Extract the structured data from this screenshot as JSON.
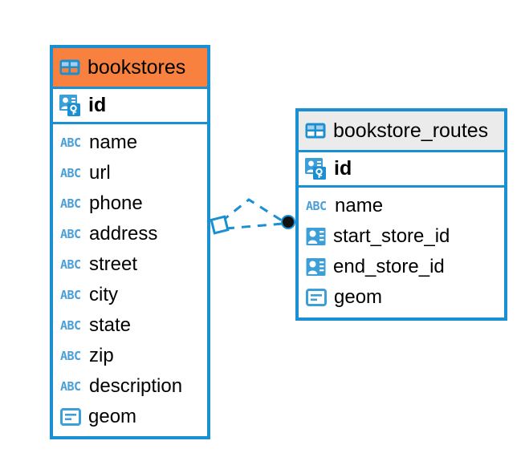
{
  "diagram": {
    "type": "entity-relationship-diagram",
    "background_color": "#ffffff",
    "accent_color": "#1a8fd1",
    "highlight_color": "#f8813f",
    "header_gray": "#ebebeb"
  },
  "tables": [
    {
      "name": "bookstores",
      "header_style": "orange",
      "table_icon": "table-icon",
      "primary_key": {
        "label": "id",
        "icon": "primary-key-icon"
      },
      "fields": [
        {
          "label": "name",
          "icon": "abc-text-icon",
          "glyph": "ABC"
        },
        {
          "label": "url",
          "icon": "abc-text-icon",
          "glyph": "ABC"
        },
        {
          "label": "phone",
          "icon": "abc-text-icon",
          "glyph": "ABC"
        },
        {
          "label": "address",
          "icon": "abc-text-icon",
          "glyph": "ABC"
        },
        {
          "label": "street",
          "icon": "abc-text-icon",
          "glyph": "ABC"
        },
        {
          "label": "city",
          "icon": "abc-text-icon",
          "glyph": "ABC"
        },
        {
          "label": "state",
          "icon": "abc-text-icon",
          "glyph": "ABC"
        },
        {
          "label": "zip",
          "icon": "abc-text-icon",
          "glyph": "ABC"
        },
        {
          "label": "description",
          "icon": "abc-text-icon",
          "glyph": "ABC"
        },
        {
          "label": "geom",
          "icon": "geometry-icon",
          "glyph": ""
        }
      ]
    },
    {
      "name": "bookstore_routes",
      "header_style": "gray",
      "table_icon": "table-icon",
      "primary_key": {
        "label": "id",
        "icon": "primary-key-icon"
      },
      "fields": [
        {
          "label": "name",
          "icon": "abc-text-icon",
          "glyph": "ABC"
        },
        {
          "label": "start_store_id",
          "icon": "foreign-key-icon",
          "glyph": ""
        },
        {
          "label": "end_store_id",
          "icon": "foreign-key-icon",
          "glyph": ""
        },
        {
          "label": "geom",
          "icon": "geometry-icon",
          "glyph": ""
        }
      ]
    }
  ],
  "relationship": {
    "name": "bookstores-to-bookstore_routes",
    "source_marker": "diamond-marker",
    "target_marker": "filled-circle-marker",
    "line_style": "dashed",
    "line_color": "#1a8fd1"
  }
}
